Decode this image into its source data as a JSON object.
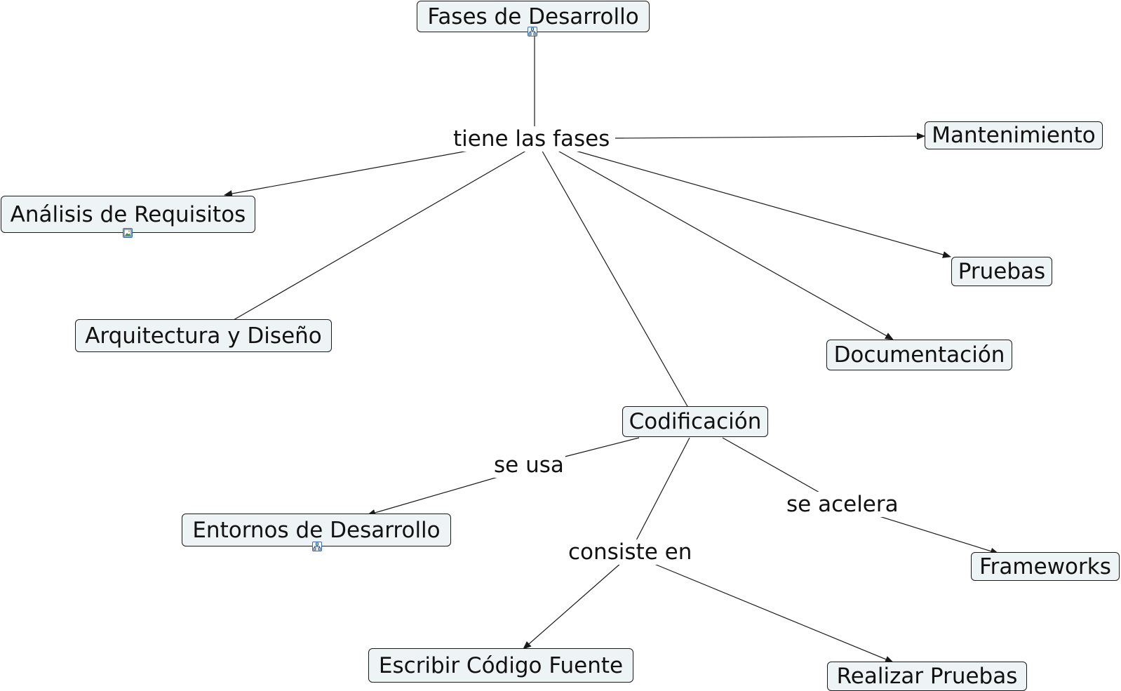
{
  "concept_map": {
    "concepts": {
      "fases": "Fases de Desarrollo",
      "mantenimiento": "Mantenimiento",
      "analisis": "Análisis de Requisitos",
      "pruebas": "Pruebas",
      "arquitectura": "Arquitectura y Diseño",
      "documentacion": "Documentación",
      "codificacion": "Codificación",
      "entornos": "Entornos de Desarrollo",
      "frameworks": "Frameworks",
      "escribir": "Escribir Código Fuente",
      "realizar": "Realizar Pruebas"
    },
    "linking_phrases": {
      "tiene_las_fases": "tiene las fases",
      "se_usa": "se usa",
      "se_acelera": "se acelera",
      "consiste_en": "consiste en"
    },
    "resource_icons": {
      "fases": "submap-icon",
      "analisis": "image-icon",
      "entornos": "submap-icon"
    },
    "colors": {
      "concept_fill": "#eef3f5",
      "border": "#1a1a1a",
      "line": "#1a1a1a",
      "icon_accent": "#3a6ea5"
    }
  }
}
